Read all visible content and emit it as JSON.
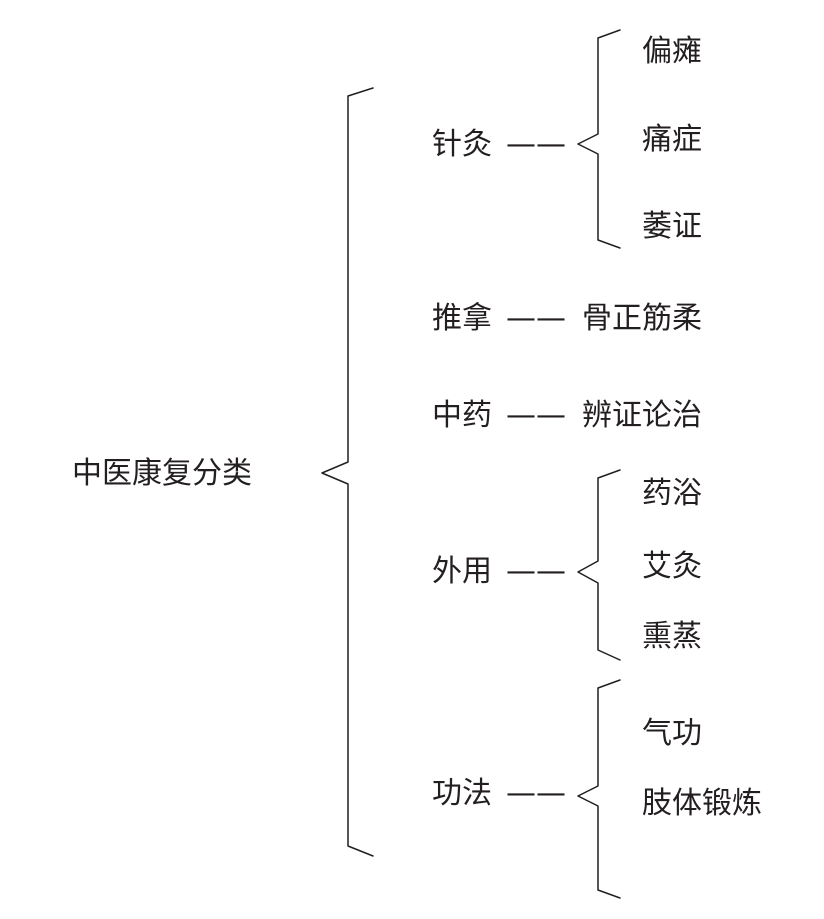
{
  "diagram": {
    "root": "中医康复分类",
    "dash": "——",
    "branches": [
      {
        "method": "针灸",
        "items": [
          "偏瘫",
          "痛症",
          "萎证"
        ]
      },
      {
        "method": "推拿",
        "item": "骨正筋柔"
      },
      {
        "method": "中药",
        "item": "辨证论治"
      },
      {
        "method": "外用",
        "items": [
          "药浴",
          "艾灸",
          "熏蒸"
        ]
      },
      {
        "method": "功法",
        "items": [
          "气功",
          "肢体锻炼"
        ]
      }
    ]
  },
  "colors": {
    "text": "#231f20",
    "line": "#231f20",
    "background": "#ffffff"
  }
}
